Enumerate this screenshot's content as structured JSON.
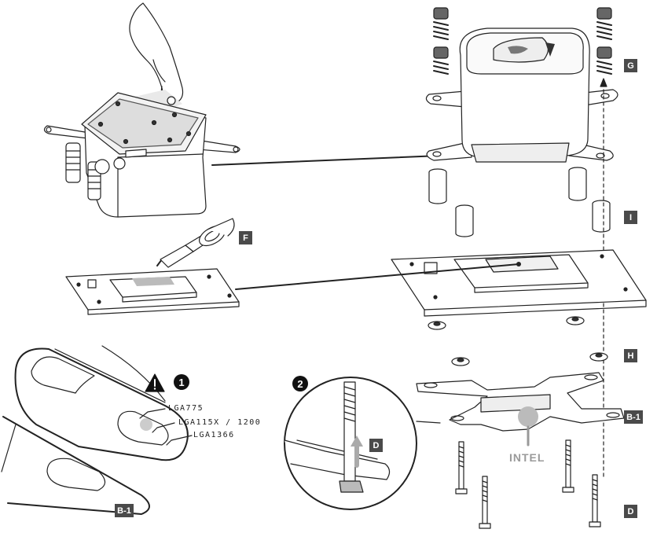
{
  "tags": {
    "g": "G",
    "f": "F",
    "i": "I",
    "h": "H",
    "b1_right": "B-1",
    "b1_left": "B-1",
    "d_right": "D",
    "d_center": "D"
  },
  "labels": {
    "lga775": "LGA775",
    "lga115x": "LGA115X / 1200",
    "lga1366": "LGA1366",
    "intel": "INTEL"
  },
  "steps": {
    "one": "1",
    "two": "2"
  },
  "icons": {
    "warning": "warning-triangle-icon"
  }
}
